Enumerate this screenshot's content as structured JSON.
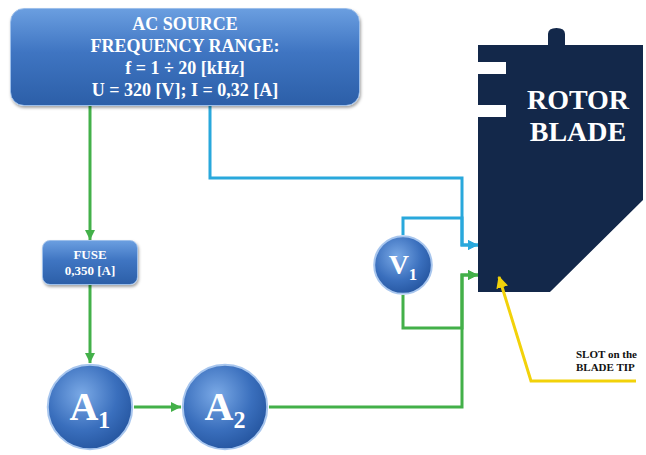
{
  "diagram": {
    "nodes": [
      {
        "text": [
          "AC SOURCE",
          "FREQUENCY  RANGE:",
          "f = 1 ÷ 20 [kHz]",
          "U = 320 [V]; I = 0,32 [A]"
        ]
      },
      {
        "text": [
          "FUSE",
          "0,350 [A]"
        ]
      },
      {
        "text": [
          "A₁"
        ]
      },
      {
        "text": [
          "A₂"
        ]
      },
      {
        "text": [
          "V₁"
        ]
      },
      {
        "text": [
          "ROTOR BLADE"
        ]
      }
    ],
    "edges": [
      {
        "from": 0,
        "to": 5,
        "arrow": "to"
      },
      {
        "from": 0,
        "to": 1,
        "arrow": "to"
      },
      {
        "from": 1,
        "to": 2,
        "arrow": "to"
      },
      {
        "from": 2,
        "to": 3,
        "arrow": "to"
      },
      {
        "from": 3,
        "to": 5,
        "arrow": "to"
      },
      {
        "from": 4,
        "to": 5,
        "arrow": "to"
      },
      {
        "from": 4,
        "to": 5,
        "arrow": "to"
      }
    ],
    "labels": [
      "SLOT on the BLADE TIP"
    ]
  }
}
